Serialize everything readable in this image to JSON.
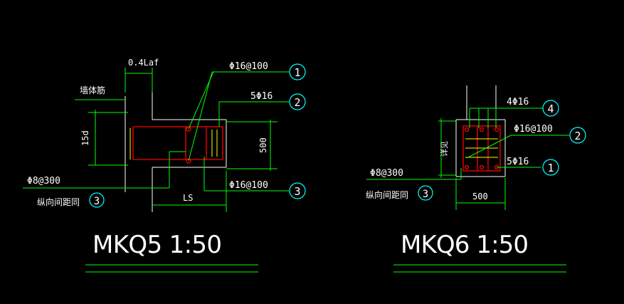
{
  "colors": {
    "background": "#000000",
    "outline": "#ffffff",
    "leader": "#00ff00",
    "rebar": "#ff0000",
    "tie": "#ffff00",
    "callout": "#00ffff"
  },
  "mkq5": {
    "dim_top": "0.4Laf",
    "label_wall": "墙体筋",
    "dim_15d": "15d",
    "dim_500": "500",
    "dim_ls": "LS",
    "bar1": "Φ16@100",
    "bar2": "5Φ16",
    "bar3": "Φ16@100",
    "bar_left": "Φ8@300",
    "note_left": "纵向间距同",
    "callout_1": "1",
    "callout_2": "2",
    "callout_3": "3",
    "callout_left": "3",
    "title": "MKQ5   1:50"
  },
  "mkq6": {
    "bar4": "4Φ16",
    "bar2": "Φ16@100",
    "bar1": "5Φ16",
    "bar_left": "Φ8@300",
    "note_left": "纵向间距同",
    "label_side": "详见",
    "dim_500": "500",
    "callout_4": "4",
    "callout_2": "2",
    "callout_1": "1",
    "callout_left": "3",
    "title": "MKQ6   1:50"
  }
}
